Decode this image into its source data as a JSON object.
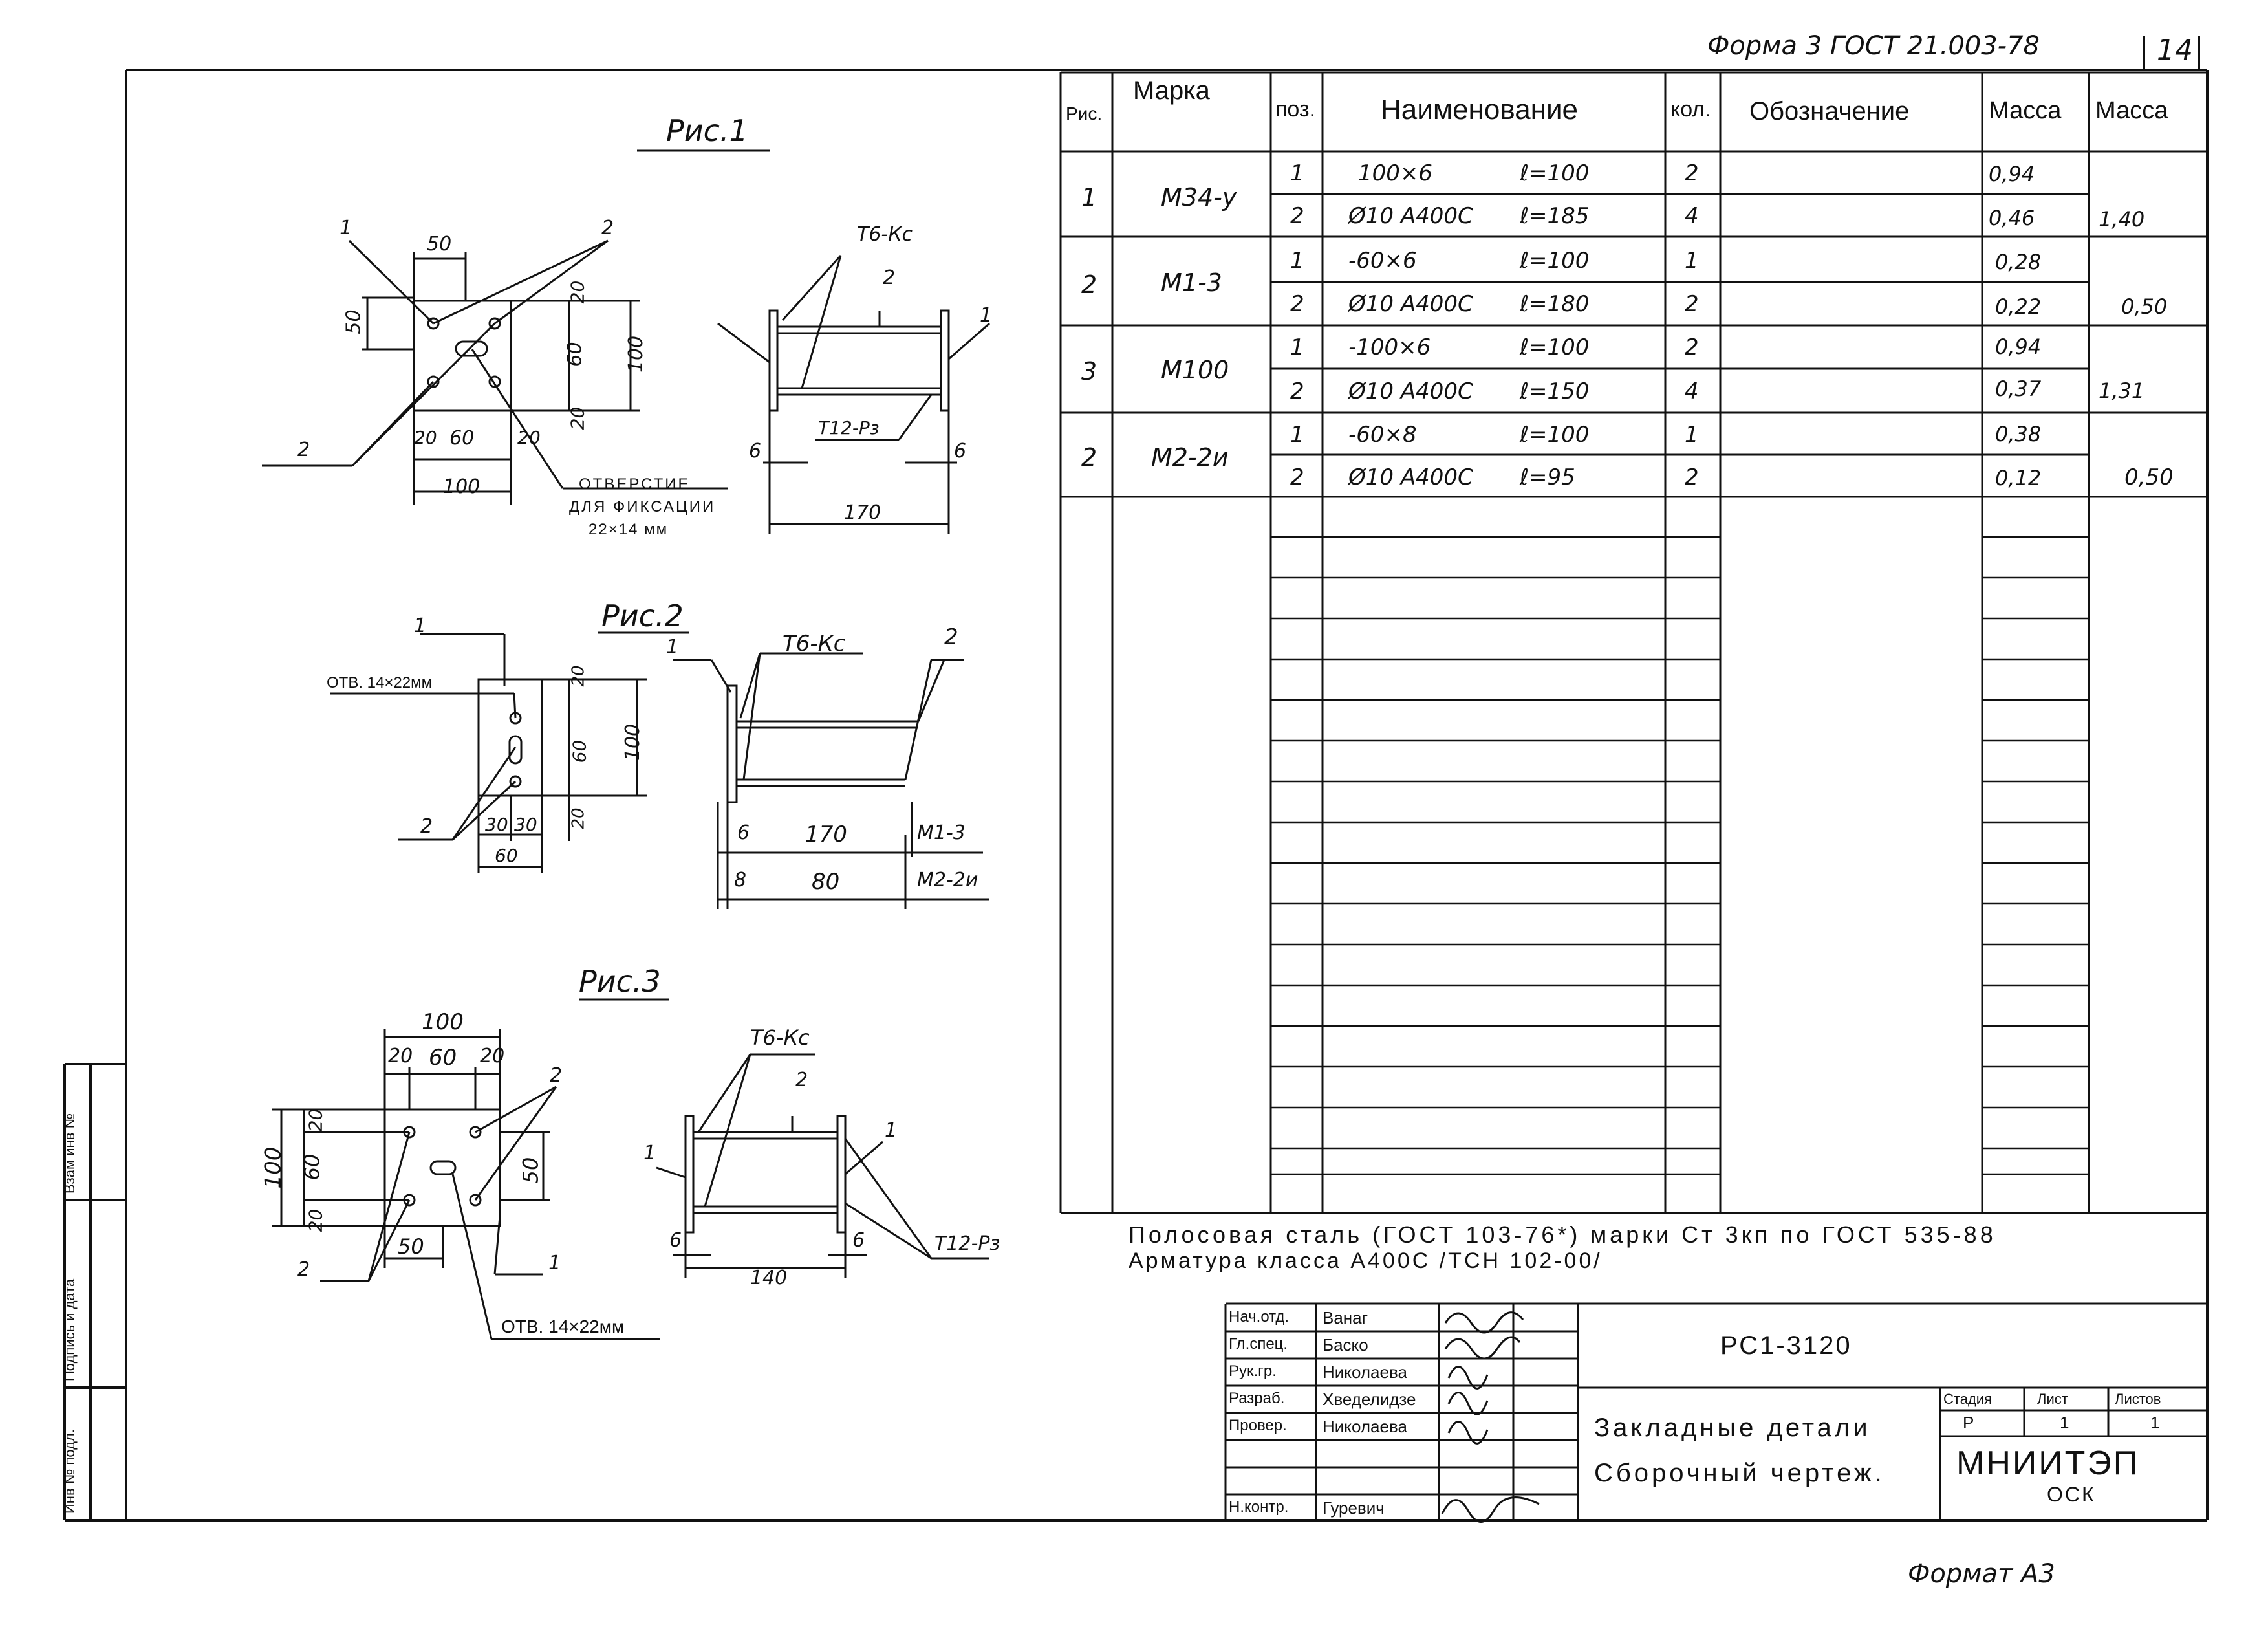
{
  "header": {
    "form_label": "Форма 3 ГОСТ 21.003-78",
    "sheet_no": "14",
    "format_label": "Формат А3"
  },
  "side_stamp": [
    "Инв № подл.",
    "Подпись и дата",
    "Взам инв №"
  ],
  "figures": {
    "fig1": {
      "title": "Рис.1",
      "labels": [
        "1",
        "2",
        "2",
        "Т6-Кс",
        "2",
        "1",
        "50",
        "50",
        "20",
        "60",
        "100",
        "20",
        "60",
        "20",
        "20",
        "100",
        "6",
        "6",
        "170",
        "Т12-Рз"
      ],
      "hole_note": [
        "ОТВЕРСТИЕ",
        "ДЛЯ ФИКСАЦИИ",
        "22×14 мм"
      ]
    },
    "fig2": {
      "title": "Рис.2",
      "labels": [
        "1",
        "ОТВ. 14×22мм",
        "20",
        "60",
        "20",
        "100",
        "2",
        "30",
        "30",
        "60",
        "1",
        "Т6-Кс",
        "2",
        "6",
        "170",
        "М1-3",
        "8",
        "80",
        "М2-2и"
      ]
    },
    "fig3": {
      "title": "Рис.3",
      "labels": [
        "100",
        "20",
        "60",
        "20",
        "20",
        "60",
        "20",
        "100",
        "50",
        "50",
        "2",
        "2",
        "1",
        "Т6-Кс",
        "2",
        "1",
        "1",
        "6",
        "6",
        "140",
        "Т12-Рз"
      ],
      "hole_note": "ОТВ. 14×22мм"
    }
  },
  "spec_table": {
    "headers": [
      "Рис.",
      "Марка",
      "поз.",
      "Наименование",
      "кол.",
      "Обозначение",
      "Масса",
      "Масса"
    ],
    "groups": [
      {
        "fig": "1",
        "mark": "М34-у",
        "total": "1,40",
        "rows": [
          {
            "pos": "1",
            "name": "100×6",
            "len": "ℓ=100",
            "qty": "2",
            "mass": "0,94"
          },
          {
            "pos": "2",
            "name": "Ø10 А400С",
            "len": "ℓ=185",
            "qty": "4",
            "mass": "0,46"
          }
        ]
      },
      {
        "fig": "2",
        "mark": "М1-3",
        "total": "0,50",
        "rows": [
          {
            "pos": "1",
            "name": "-60×6",
            "len": "ℓ=100",
            "qty": "1",
            "mass": "0,28"
          },
          {
            "pos": "2",
            "name": "Ø10 А400С",
            "len": "ℓ=180",
            "qty": "2",
            "mass": "0,22"
          }
        ]
      },
      {
        "fig": "3",
        "mark": "М100",
        "total": "1,31",
        "rows": [
          {
            "pos": "1",
            "name": "-100×6",
            "len": "ℓ=100",
            "qty": "2",
            "mass": "0,94"
          },
          {
            "pos": "2",
            "name": "Ø10 А400С",
            "len": "ℓ=150",
            "qty": "4",
            "mass": "0,37"
          }
        ]
      },
      {
        "fig": "2",
        "mark": "М2-2и",
        "total": "0,50",
        "rows": [
          {
            "pos": "1",
            "name": "-60×8",
            "len": "ℓ=100",
            "qty": "1",
            "mass": "0,38"
          },
          {
            "pos": "2",
            "name": "Ø10 А400С",
            "len": "ℓ=95",
            "qty": "2",
            "mass": "0,12"
          }
        ]
      }
    ]
  },
  "notes": [
    "Полосовая сталь (ГОСТ 103-76*) марки Ст 3кп по ГОСТ 535-88",
    "Арматура класса А400С /ТСН 102-00/"
  ],
  "title_block": {
    "roles": [
      {
        "role": "Нач.отд.",
        "name": "Ванаг"
      },
      {
        "role": "Гл.спец.",
        "name": "Баско"
      },
      {
        "role": "Рук.гр.",
        "name": "Николаева"
      },
      {
        "role": "Разраб.",
        "name": "Хведелидзе"
      },
      {
        "role": "Провер.",
        "name": "Николаева"
      },
      {
        "role": "",
        "name": ""
      },
      {
        "role": "Н.контр.",
        "name": "Гуревич"
      }
    ],
    "doc_code": "РС1-3120",
    "title_line1": "Закладные детали",
    "title_line2": "Сборочный чертеж.",
    "stage_header": "Стадия",
    "sheet_header": "Лист",
    "sheets_header": "Листов",
    "stage": "Р",
    "sheet": "1",
    "sheets": "1",
    "org": "МНИИТЭП",
    "org_sub": "ОСК"
  }
}
